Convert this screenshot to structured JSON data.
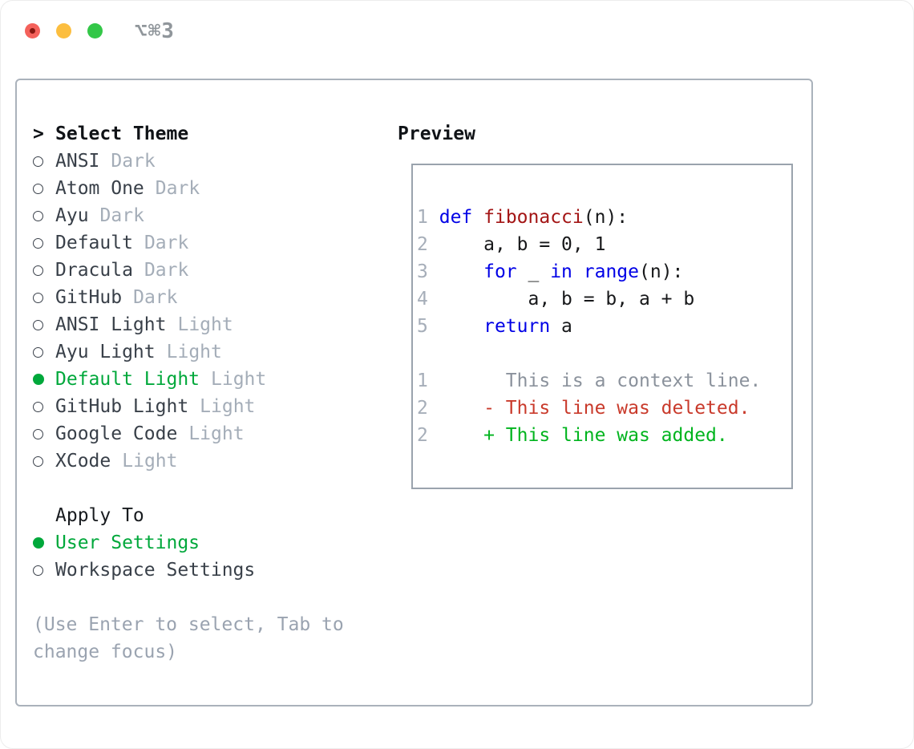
{
  "titlebar": {
    "title": "⌥⌘3"
  },
  "colors": {
    "accent_green": "#00a83b",
    "added_green": "#00b41e",
    "deleted_red": "#c93a2b",
    "keyword_blue": "#0000e6",
    "function_red": "#a31515",
    "muted_gray": "#a4adb8",
    "context_gray": "#8b929c",
    "text_dark": "#394049",
    "line_number_gray": "#a6aeb9",
    "panel_border": "#aab2bb",
    "preview_border": "#9aa3ad",
    "traffic_red": "#f4615b",
    "traffic_yellow": "#fcbe3f",
    "traffic_green": "#33c748"
  },
  "theme_selector": {
    "heading_prefix": ">",
    "heading": "Select Theme",
    "items": [
      {
        "name": "ANSI",
        "variant": "Dark",
        "selected": false
      },
      {
        "name": "Atom One",
        "variant": "Dark",
        "selected": false
      },
      {
        "name": "Ayu",
        "variant": "Dark",
        "selected": false
      },
      {
        "name": "Default",
        "variant": "Dark",
        "selected": false
      },
      {
        "name": "Dracula",
        "variant": "Dark",
        "selected": false
      },
      {
        "name": "GitHub",
        "variant": "Dark",
        "selected": false
      },
      {
        "name": "ANSI Light",
        "variant": "Light",
        "selected": false
      },
      {
        "name": "Ayu Light",
        "variant": "Light",
        "selected": false
      },
      {
        "name": "Default Light",
        "variant": "Light",
        "selected": true
      },
      {
        "name": "GitHub Light",
        "variant": "Light",
        "selected": false
      },
      {
        "name": "Google Code",
        "variant": "Light",
        "selected": false
      },
      {
        "name": "XCode",
        "variant": "Light",
        "selected": false
      }
    ],
    "apply_to": {
      "heading": "Apply To",
      "options": [
        {
          "label": "User Settings",
          "selected": true
        },
        {
          "label": "Workspace Settings",
          "selected": false
        }
      ]
    },
    "hint": "(Use Enter to select, Tab to change focus)"
  },
  "preview": {
    "heading": "Preview",
    "code_lines": [
      {
        "number": "1",
        "tokens": [
          {
            "text": "def",
            "type": "keyword"
          },
          {
            "text": " ",
            "type": "plain"
          },
          {
            "text": "fibonacci",
            "type": "function"
          },
          {
            "text": "(n):",
            "type": "plain"
          }
        ]
      },
      {
        "number": "2",
        "tokens": [
          {
            "text": "    a, b = 0, 1",
            "type": "plain"
          }
        ]
      },
      {
        "number": "3",
        "tokens": [
          {
            "text": "    ",
            "type": "plain"
          },
          {
            "text": "for",
            "type": "keyword"
          },
          {
            "text": " _ ",
            "type": "plain"
          },
          {
            "text": "in",
            "type": "keyword"
          },
          {
            "text": " ",
            "type": "plain"
          },
          {
            "text": "range",
            "type": "keyword"
          },
          {
            "text": "(n):",
            "type": "plain"
          }
        ]
      },
      {
        "number": "4",
        "tokens": [
          {
            "text": "        a, b = b, a + b",
            "type": "plain"
          }
        ]
      },
      {
        "number": "5",
        "tokens": [
          {
            "text": "    ",
            "type": "plain"
          },
          {
            "text": "return",
            "type": "keyword"
          },
          {
            "text": " a",
            "type": "plain"
          }
        ]
      }
    ],
    "diff_lines": [
      {
        "number": "1",
        "prefix": "       ",
        "sign": "",
        "text": "This is a context line.",
        "kind": "context"
      },
      {
        "number": "2",
        "prefix": "     ",
        "sign": "- ",
        "text": "This line was deleted.",
        "kind": "deleted"
      },
      {
        "number": "2",
        "prefix": "     ",
        "sign": "+ ",
        "text": "This line was added.",
        "kind": "added"
      }
    ]
  }
}
